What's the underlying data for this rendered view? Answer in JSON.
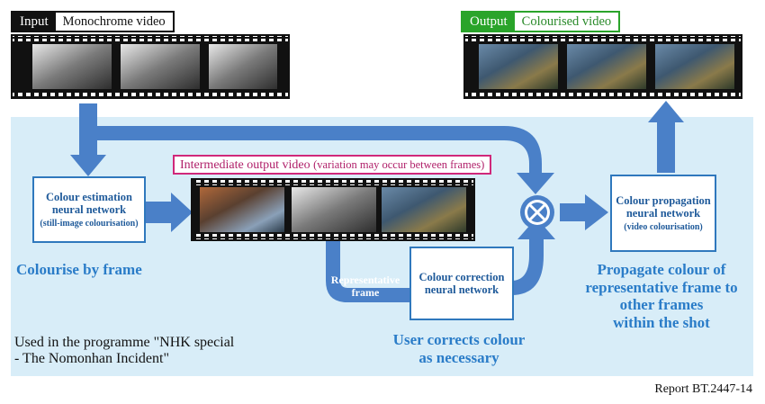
{
  "input_tag": {
    "key": "Input",
    "value": "Monochrome video"
  },
  "output_tag": {
    "key": "Output",
    "value": "Colourised video"
  },
  "intermediate_tag": {
    "main": "Intermediate output video",
    "note": "(variation may occur between frames)"
  },
  "estimation_box": {
    "title_line1": "Colour estimation",
    "title_line2": "neural network",
    "subtitle": "(still-image colourisation)"
  },
  "correction_box": {
    "title_line1": "Colour correction",
    "title_line2": "neural network"
  },
  "propagation_box": {
    "title_line1": "Colour propagation",
    "title_line2": "neural network",
    "subtitle": "(video colourisation)"
  },
  "captions": {
    "colourise_by_frame": "Colourise by frame",
    "user_corrects_line1": "User corrects colour",
    "user_corrects_line2": "as necessary",
    "propagate_line1": "Propagate colour of",
    "propagate_line2": "representative frame to",
    "propagate_line3": "other frames",
    "propagate_line4": "within the shot"
  },
  "representative_label": {
    "line1": "Representative",
    "line2": "frame"
  },
  "programme_note": {
    "line1": "Used in the programme \"NHK special",
    "line2": "- The Nomonhan Incident\""
  },
  "report_label": "Report BT.2447-14",
  "colors": {
    "arrow": "#4a80c8",
    "panel": "#d8edf8",
    "accent_text": "#2a7cc8",
    "input": "#111111",
    "output": "#2aa42a",
    "intermediate": "#d0287a"
  }
}
